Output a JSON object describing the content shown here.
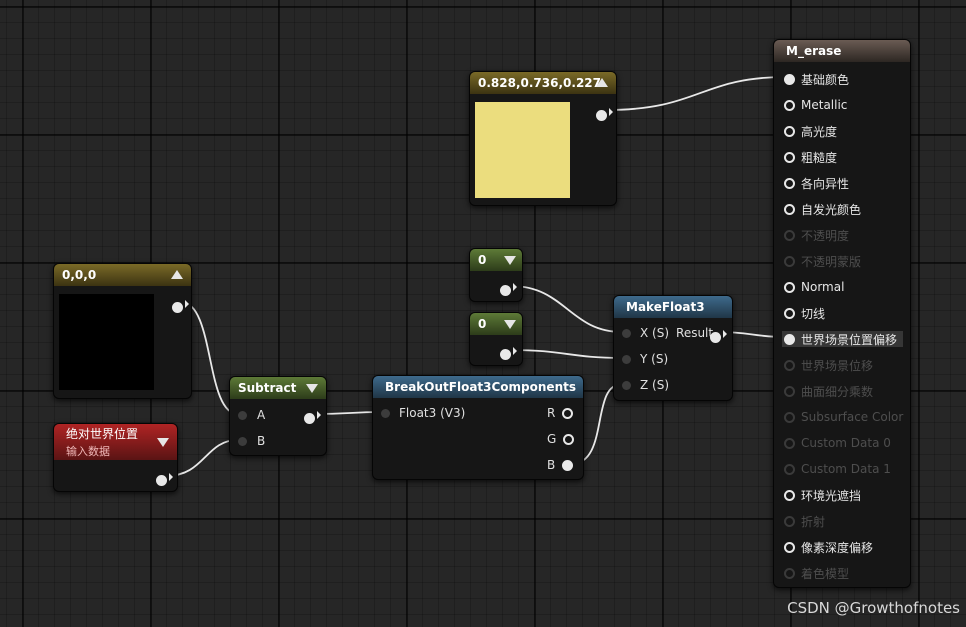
{
  "nodes": {
    "const_color": {
      "title": "0.828,0.736,0.227",
      "swatch_color": "#ebdd7e"
    },
    "const_zero_vec": {
      "title": "0,0,0",
      "swatch_color": "#000000"
    },
    "absolute_world_pos": {
      "title": "绝对世界位置",
      "subtitle": "输入数据"
    },
    "subtract": {
      "title": "Subtract",
      "pins": {
        "a": "A",
        "b": "B"
      }
    },
    "breakout": {
      "title": "BreakOutFloat3Components",
      "input": "Float3 (V3)",
      "outputs": {
        "r": "R",
        "g": "G",
        "b": "B"
      }
    },
    "const_0_a": {
      "title": "0"
    },
    "const_0_b": {
      "title": "0"
    },
    "makefloat3": {
      "title": "MakeFloat3",
      "pins": {
        "x": "X (S)",
        "y": "Y (S)",
        "z": "Z (S)"
      },
      "output": "Result"
    },
    "material": {
      "title": "M_erase",
      "pins": [
        {
          "label": "基础颜色",
          "enabled": true
        },
        {
          "label": "Metallic",
          "enabled": true
        },
        {
          "label": "高光度",
          "enabled": true
        },
        {
          "label": "粗糙度",
          "enabled": true
        },
        {
          "label": "各向异性",
          "enabled": true
        },
        {
          "label": "自发光颜色",
          "enabled": true
        },
        {
          "label": "不透明度",
          "enabled": false
        },
        {
          "label": "不透明蒙版",
          "enabled": false
        },
        {
          "label": "Normal",
          "enabled": true
        },
        {
          "label": "切线",
          "enabled": true
        },
        {
          "label": "世界场景位置偏移",
          "enabled": true
        },
        {
          "label": "世界场景位移",
          "enabled": false
        },
        {
          "label": "曲面细分乘数",
          "enabled": false
        },
        {
          "label": "Subsurface Color",
          "enabled": false
        },
        {
          "label": "Custom Data 0",
          "enabled": false
        },
        {
          "label": "Custom Data 1",
          "enabled": false
        },
        {
          "label": "环境光遮挡",
          "enabled": true
        },
        {
          "label": "折射",
          "enabled": false
        },
        {
          "label": "像素深度偏移",
          "enabled": true
        },
        {
          "label": "着色模型",
          "enabled": false
        }
      ]
    }
  },
  "watermark": "CSDN @Growthofnotes"
}
